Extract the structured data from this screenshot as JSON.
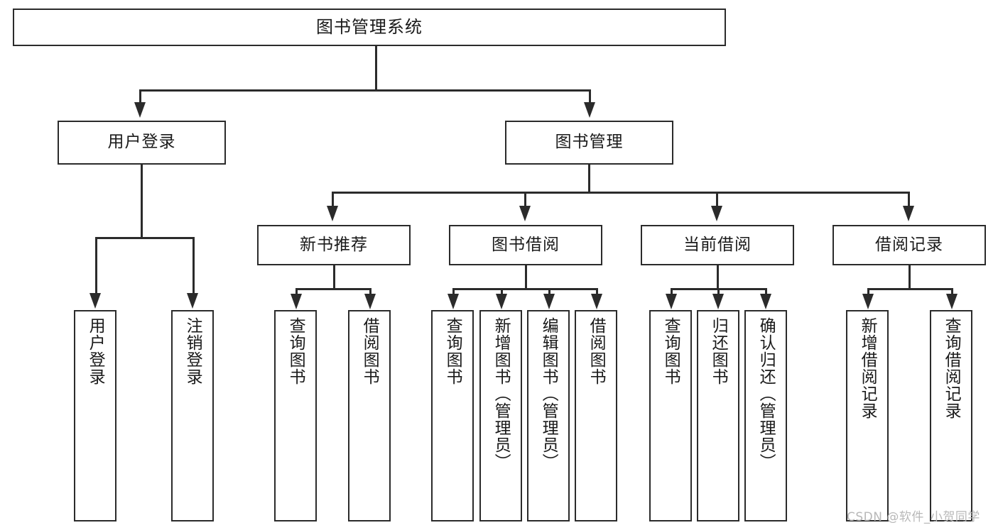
{
  "diagram": {
    "title": "图书管理系统",
    "type": "hierarchy-tree",
    "levels": [
      {
        "level": 1,
        "nodes": [
          {
            "id": "root",
            "label": "图书管理系统",
            "orientation": "horizontal"
          }
        ]
      },
      {
        "level": 2,
        "nodes": [
          {
            "id": "login",
            "label": "用户登录",
            "orientation": "horizontal",
            "parent": "root"
          },
          {
            "id": "bookmgmt",
            "label": "图书管理",
            "orientation": "horizontal",
            "parent": "root"
          }
        ]
      },
      {
        "level": 3,
        "nodes": [
          {
            "id": "newbook",
            "label": "新书推荐",
            "orientation": "horizontal",
            "parent": "bookmgmt"
          },
          {
            "id": "borrow",
            "label": "图书借阅",
            "orientation": "horizontal",
            "parent": "bookmgmt"
          },
          {
            "id": "current",
            "label": "当前借阅",
            "orientation": "horizontal",
            "parent": "bookmgmt"
          },
          {
            "id": "record",
            "label": "借阅记录",
            "orientation": "horizontal",
            "parent": "bookmgmt"
          }
        ]
      },
      {
        "level": 4,
        "nodes": [
          {
            "id": "leaf-user-login",
            "label": "用户登录",
            "orientation": "vertical",
            "parent": "login"
          },
          {
            "id": "leaf-user-logout",
            "label": "注销登录",
            "orientation": "vertical",
            "parent": "login"
          },
          {
            "id": "leaf-query-book-1",
            "label": "查询图书",
            "orientation": "vertical",
            "parent": "newbook"
          },
          {
            "id": "leaf-borrow-book-1",
            "label": "借阅图书",
            "orientation": "vertical",
            "parent": "newbook"
          },
          {
            "id": "leaf-query-book-2",
            "label": "查询图书",
            "orientation": "vertical",
            "parent": "borrow"
          },
          {
            "id": "leaf-add-book",
            "label": "新增图书（管理员）",
            "orientation": "vertical",
            "parent": "borrow"
          },
          {
            "id": "leaf-edit-book",
            "label": "编辑图书（管理员）",
            "orientation": "vertical",
            "parent": "borrow"
          },
          {
            "id": "leaf-borrow-book-2",
            "label": "借阅图书",
            "orientation": "vertical",
            "parent": "borrow"
          },
          {
            "id": "leaf-query-book-3",
            "label": "查询图书",
            "orientation": "vertical",
            "parent": "current"
          },
          {
            "id": "leaf-return-book",
            "label": "归还图书",
            "orientation": "vertical",
            "parent": "current"
          },
          {
            "id": "leaf-confirm-return",
            "label": "确认归还（管理员）",
            "orientation": "vertical",
            "parent": "current"
          },
          {
            "id": "leaf-add-record",
            "label": "新增借阅记录",
            "orientation": "vertical",
            "parent": "record"
          },
          {
            "id": "leaf-query-record",
            "label": "查询借阅记录",
            "orientation": "vertical",
            "parent": "record"
          }
        ]
      }
    ]
  },
  "watermark": {
    "text": "CSDN @软件_小贺同学"
  },
  "colors": {
    "stroke": "#2b2b2b",
    "fill": "#ffffff",
    "text": "#1a1a1a",
    "watermark": "#b8b8b8"
  }
}
